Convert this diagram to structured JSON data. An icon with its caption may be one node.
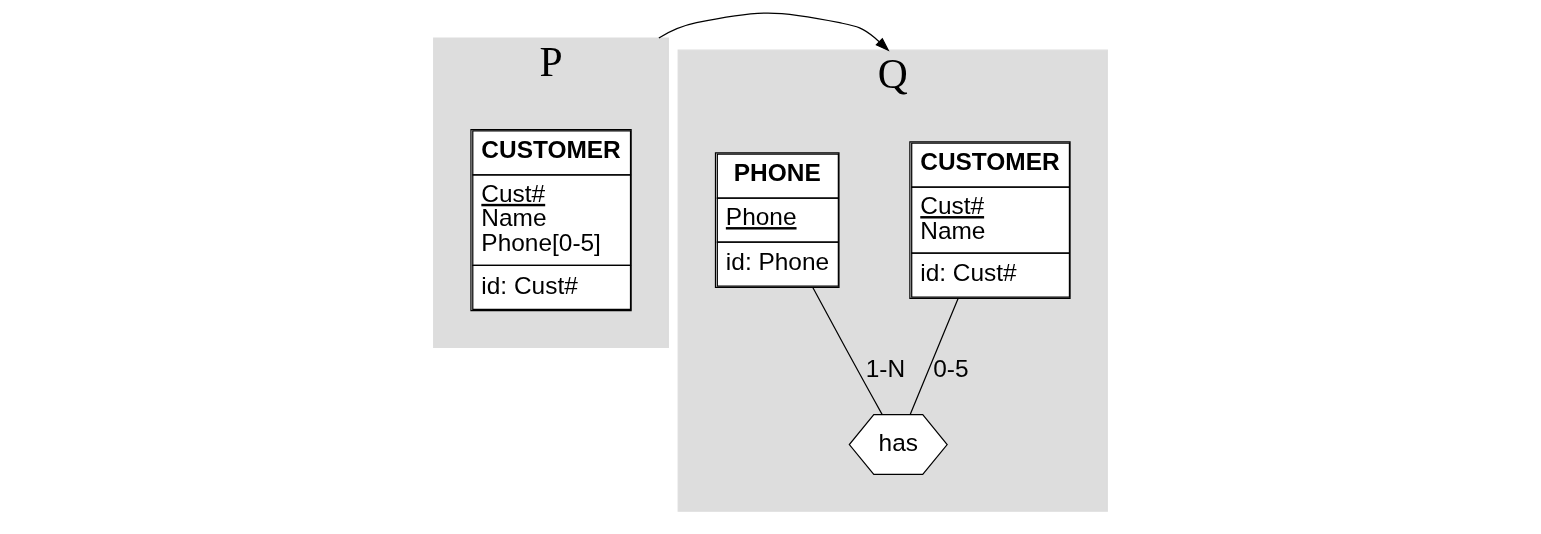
{
  "diagram": {
    "nodes": [
      {
        "text": [
          "P"
        ]
      },
      {
        "text": [
          "CUSTOMER",
          "Cust#",
          "Name",
          "Phone[0-5]",
          "id: Cust#"
        ],
        "in": 0
      },
      {
        "text": [
          "Q"
        ]
      },
      {
        "text": [
          "CUSTOMER",
          "Cust#",
          "Name",
          "id: Cust#"
        ],
        "in": 2
      },
      {
        "text": [
          "PHONE",
          "Phone",
          "id: Phone"
        ],
        "in": 2
      },
      {
        "text": [
          "has"
        ],
        "in": 2
      }
    ],
    "edges": [
      {
        "from": 1,
        "to": 3,
        "arrow": "to"
      },
      {
        "from": 3,
        "to": 5,
        "arrow": "none",
        "label": "0-5"
      },
      {
        "from": 4,
        "to": 5,
        "arrow": "none",
        "label": "1-N"
      }
    ]
  }
}
